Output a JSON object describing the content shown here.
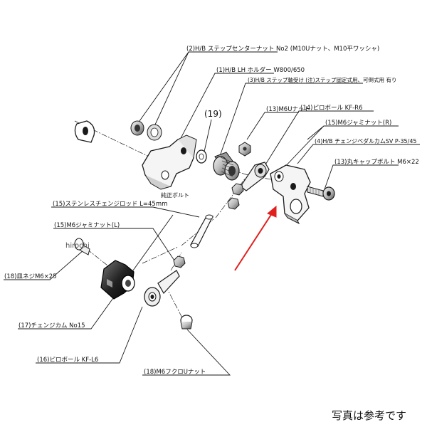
{
  "labels": {
    "p2_center_nut": "(2)H/B ステップセンターナット No2 (M10Uナット、M10平ワッシャ)",
    "p1_holder": "(1)H/B LH ホルダー W800/650",
    "p3_step_holder": "(3)H/B ステップ軸受け (注)ステップ固定式用、可倒式用 有り",
    "p19": "(19)",
    "p13_m6u_nut": "(13)M6Uナット",
    "p14_pillow_ball": "(14)ピロボール KF-R6",
    "p15_jam_nut_r": "(15)M6ジャミナット(R)",
    "p4_change_pedal_cam": "(4)H/B チェンジペダルカムSV P-35/45",
    "p13_round_cap_bolt": "(13)丸キャップボルト M6×22",
    "genuine_bolt": "純正ボルト",
    "p15_rod": "(15)ステンレスチェンジロッド L=45mm",
    "p15_jam_nut_l": "(15)M6ジャミナット(L)",
    "p18_screw": "(18)皿ネジM6×25",
    "p17_change_cam": "(17)チェンジカム No15",
    "p16_pillow_ball": "(16)ピロボール KF-L6",
    "p18_cap_nut": "(18)M6フクロUナット"
  },
  "watermark": "hirochi",
  "footer_note": "写真は参考です",
  "colors": {
    "arrow": "#e0201e",
    "line": "#1a1a1a"
  }
}
